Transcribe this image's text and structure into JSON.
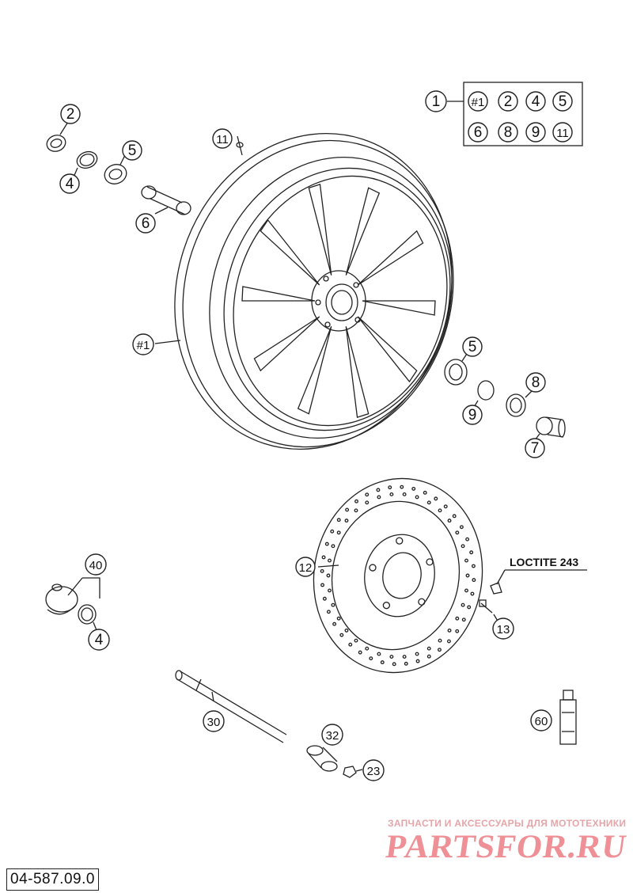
{
  "callouts": {
    "c1": "1",
    "c2": "2",
    "c4a": "4",
    "c5a": "5",
    "c6a": "6",
    "c11a": "11",
    "kit1": "#1",
    "kit2": "2",
    "kit4": "4",
    "kit5": "5",
    "kit6": "6",
    "kit8": "8",
    "kit9": "9",
    "kit11": "11",
    "wheel": "#1",
    "c5b": "5",
    "c8": "8",
    "c9": "9",
    "c7": "7",
    "c12": "12",
    "c13": "13",
    "c40": "40",
    "c4b": "4",
    "c30": "30",
    "c32": "32",
    "c23": "23",
    "c60": "60"
  },
  "loctite_label": "LOCTITE 243",
  "diagram_code": "04-587.09.0",
  "watermark": {
    "tagline": "ЗАПЧАСТИ И АКСЕССУАРЫ ДЛЯ МОТОТЕХНИКИ",
    "brand": "PARTSFOR.RU"
  },
  "colors": {
    "line": "#222222",
    "watermark": "#ef8f96"
  }
}
